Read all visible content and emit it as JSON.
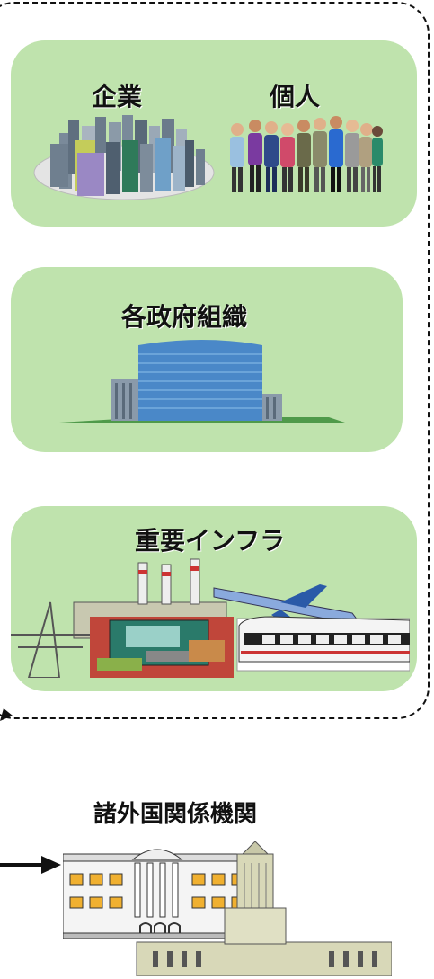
{
  "panels": {
    "companies_label": "企業",
    "individuals_label": "個人",
    "government_label": "各政府組織",
    "infrastructure_label": "重要インフラ"
  },
  "foreign": {
    "label": "諸外国関係機関"
  },
  "icons": {
    "companies": "city-skyline-icon",
    "individuals": "people-group-icon",
    "government": "office-building-icon",
    "infrastructure": "infrastructure-collage-icon",
    "foreign": "capitol-buildings-icon"
  },
  "colors": {
    "panel": "#bfe3ad",
    "frame": "#111111"
  }
}
